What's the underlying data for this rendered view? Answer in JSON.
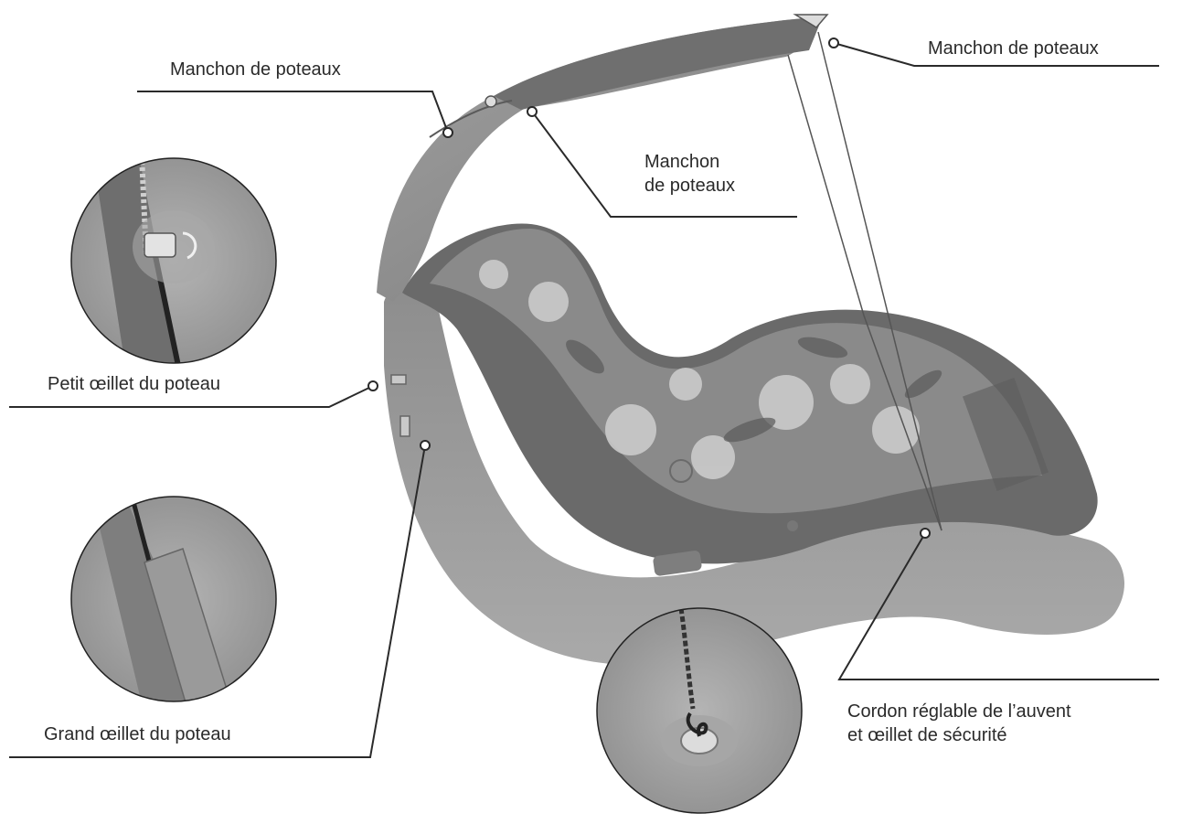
{
  "callouts": {
    "sleeve_left": "Manchon de poteaux",
    "sleeve_right": "Manchon de poteaux",
    "sleeve_middle": [
      "Manchon",
      "de poteaux"
    ],
    "small_grommet": "Petit œillet du poteau",
    "large_grommet": "Grand œillet du poteau",
    "cord": [
      "Cordon réglable de l’auvent",
      "et œillet de sécurité"
    ]
  },
  "colors": {
    "background": "#ffffff",
    "leader_line": "#2a2a2a",
    "float_body": "#9a9a9a",
    "float_top": "#6a6a6a",
    "canopy": "#8c8c8c"
  },
  "icons": {
    "inset_small_grommet": "grommet-closeup",
    "inset_large_grommet": "sleeve-closeup",
    "inset_cord": "cord-hook-closeup"
  }
}
